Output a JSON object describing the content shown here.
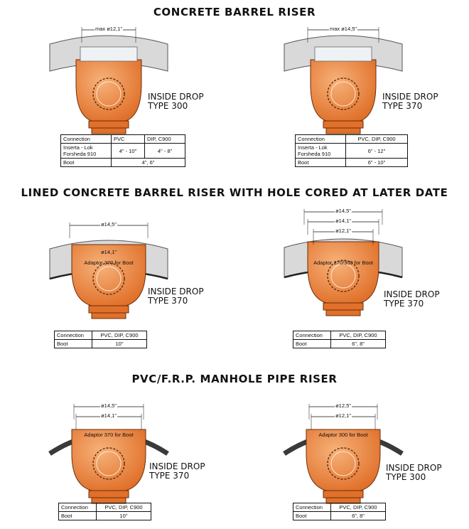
{
  "colors": {
    "orange": "#e0702a",
    "orange_light": "#f7b27a",
    "concrete": "#d9d9d9",
    "pipe": "#3a3a3a"
  },
  "sections": [
    {
      "heading": "CONCRETE BARREL RISER",
      "panels": [
        {
          "style": "concrete",
          "dims": [
            "max ø12,1\""
          ],
          "adaptor": "",
          "drop": {
            "line1": "INSIDE  DROP",
            "line2": "TYPE   300"
          },
          "table": {
            "header": [
              "Connection",
              "PVC",
              "DIP, C900"
            ],
            "rows": [
              {
                "label": "Inserta - Lok Forsheda 910",
                "cells": [
                  "4\" - 10\"",
                  "4\" - 8\""
                ]
              },
              {
                "label": "Boot",
                "cells": [
                  "4\", 6\""
                ]
              }
            ]
          }
        },
        {
          "style": "concrete",
          "dims": [
            "max ø14,5\""
          ],
          "adaptor": "",
          "drop": {
            "line1": "INSIDE  DROP",
            "line2": "TYPE   370"
          },
          "table": {
            "header": [
              "Connection",
              "PVC, DIP, C900"
            ],
            "rows": [
              {
                "label": "Inserta - Lok Forsheda 910",
                "cells": [
                  "6\" - 12\""
                ]
              },
              {
                "label": "Boot",
                "cells": [
                  "6\" - 10\""
                ]
              }
            ]
          }
        }
      ]
    },
    {
      "heading": "LINED CONCRETE BARREL RISER WITH HOLE CORED AT LATER DATE",
      "panels": [
        {
          "style": "lined",
          "dims": [
            "ø14,5\"",
            "ø14,1\""
          ],
          "adaptor": "Adaptor 370 for Boot",
          "drop": {
            "line1": "INSIDE  DROP",
            "line2": "TYPE   370"
          },
          "table": {
            "header": [
              "Connection",
              "PVC, DIP, C900"
            ],
            "rows": [
              {
                "label": "Boot",
                "cells": [
                  "10\""
                ]
              }
            ]
          }
        },
        {
          "style": "lined",
          "dims": [
            "ø14,5\"",
            "ø14,1\"",
            "ø12,1\""
          ],
          "adaptor": "Adaptor 370/300 for Boot",
          "drop": {
            "line1": "INSIDE  DROP",
            "line2": "TYPE   370"
          },
          "table": {
            "header": [
              "Connection",
              "PVC, DIP, C900"
            ],
            "rows": [
              {
                "label": "Boot",
                "cells": [
                  "6\", 8\""
                ]
              }
            ]
          }
        }
      ]
    },
    {
      "heading": "PVC/F.R.P. MANHOLE PIPE RISER",
      "panels": [
        {
          "style": "pipe",
          "dims": [
            "ø14,5\"",
            "ø14,1\""
          ],
          "adaptor": "Adaptor 370 for Boot",
          "drop": {
            "line1": "INSIDE  DROP",
            "line2": "TYPE   370"
          },
          "table": {
            "header": [
              "Connection",
              "PVC, DIP, C900"
            ],
            "rows": [
              {
                "label": "Boot",
                "cells": [
                  "10\""
                ]
              }
            ]
          }
        },
        {
          "style": "pipe",
          "dims": [
            "ø12,5\"",
            "ø12,1\""
          ],
          "adaptor": "Adaptor 300 for Boot",
          "drop": {
            "line1": "INSIDE  DROP",
            "line2": "TYPE   300"
          },
          "table": {
            "header": [
              "Connection",
              "PVC, DIP, C900"
            ],
            "rows": [
              {
                "label": "Boot",
                "cells": [
                  "6\", 8\""
                ]
              }
            ]
          }
        }
      ]
    }
  ]
}
